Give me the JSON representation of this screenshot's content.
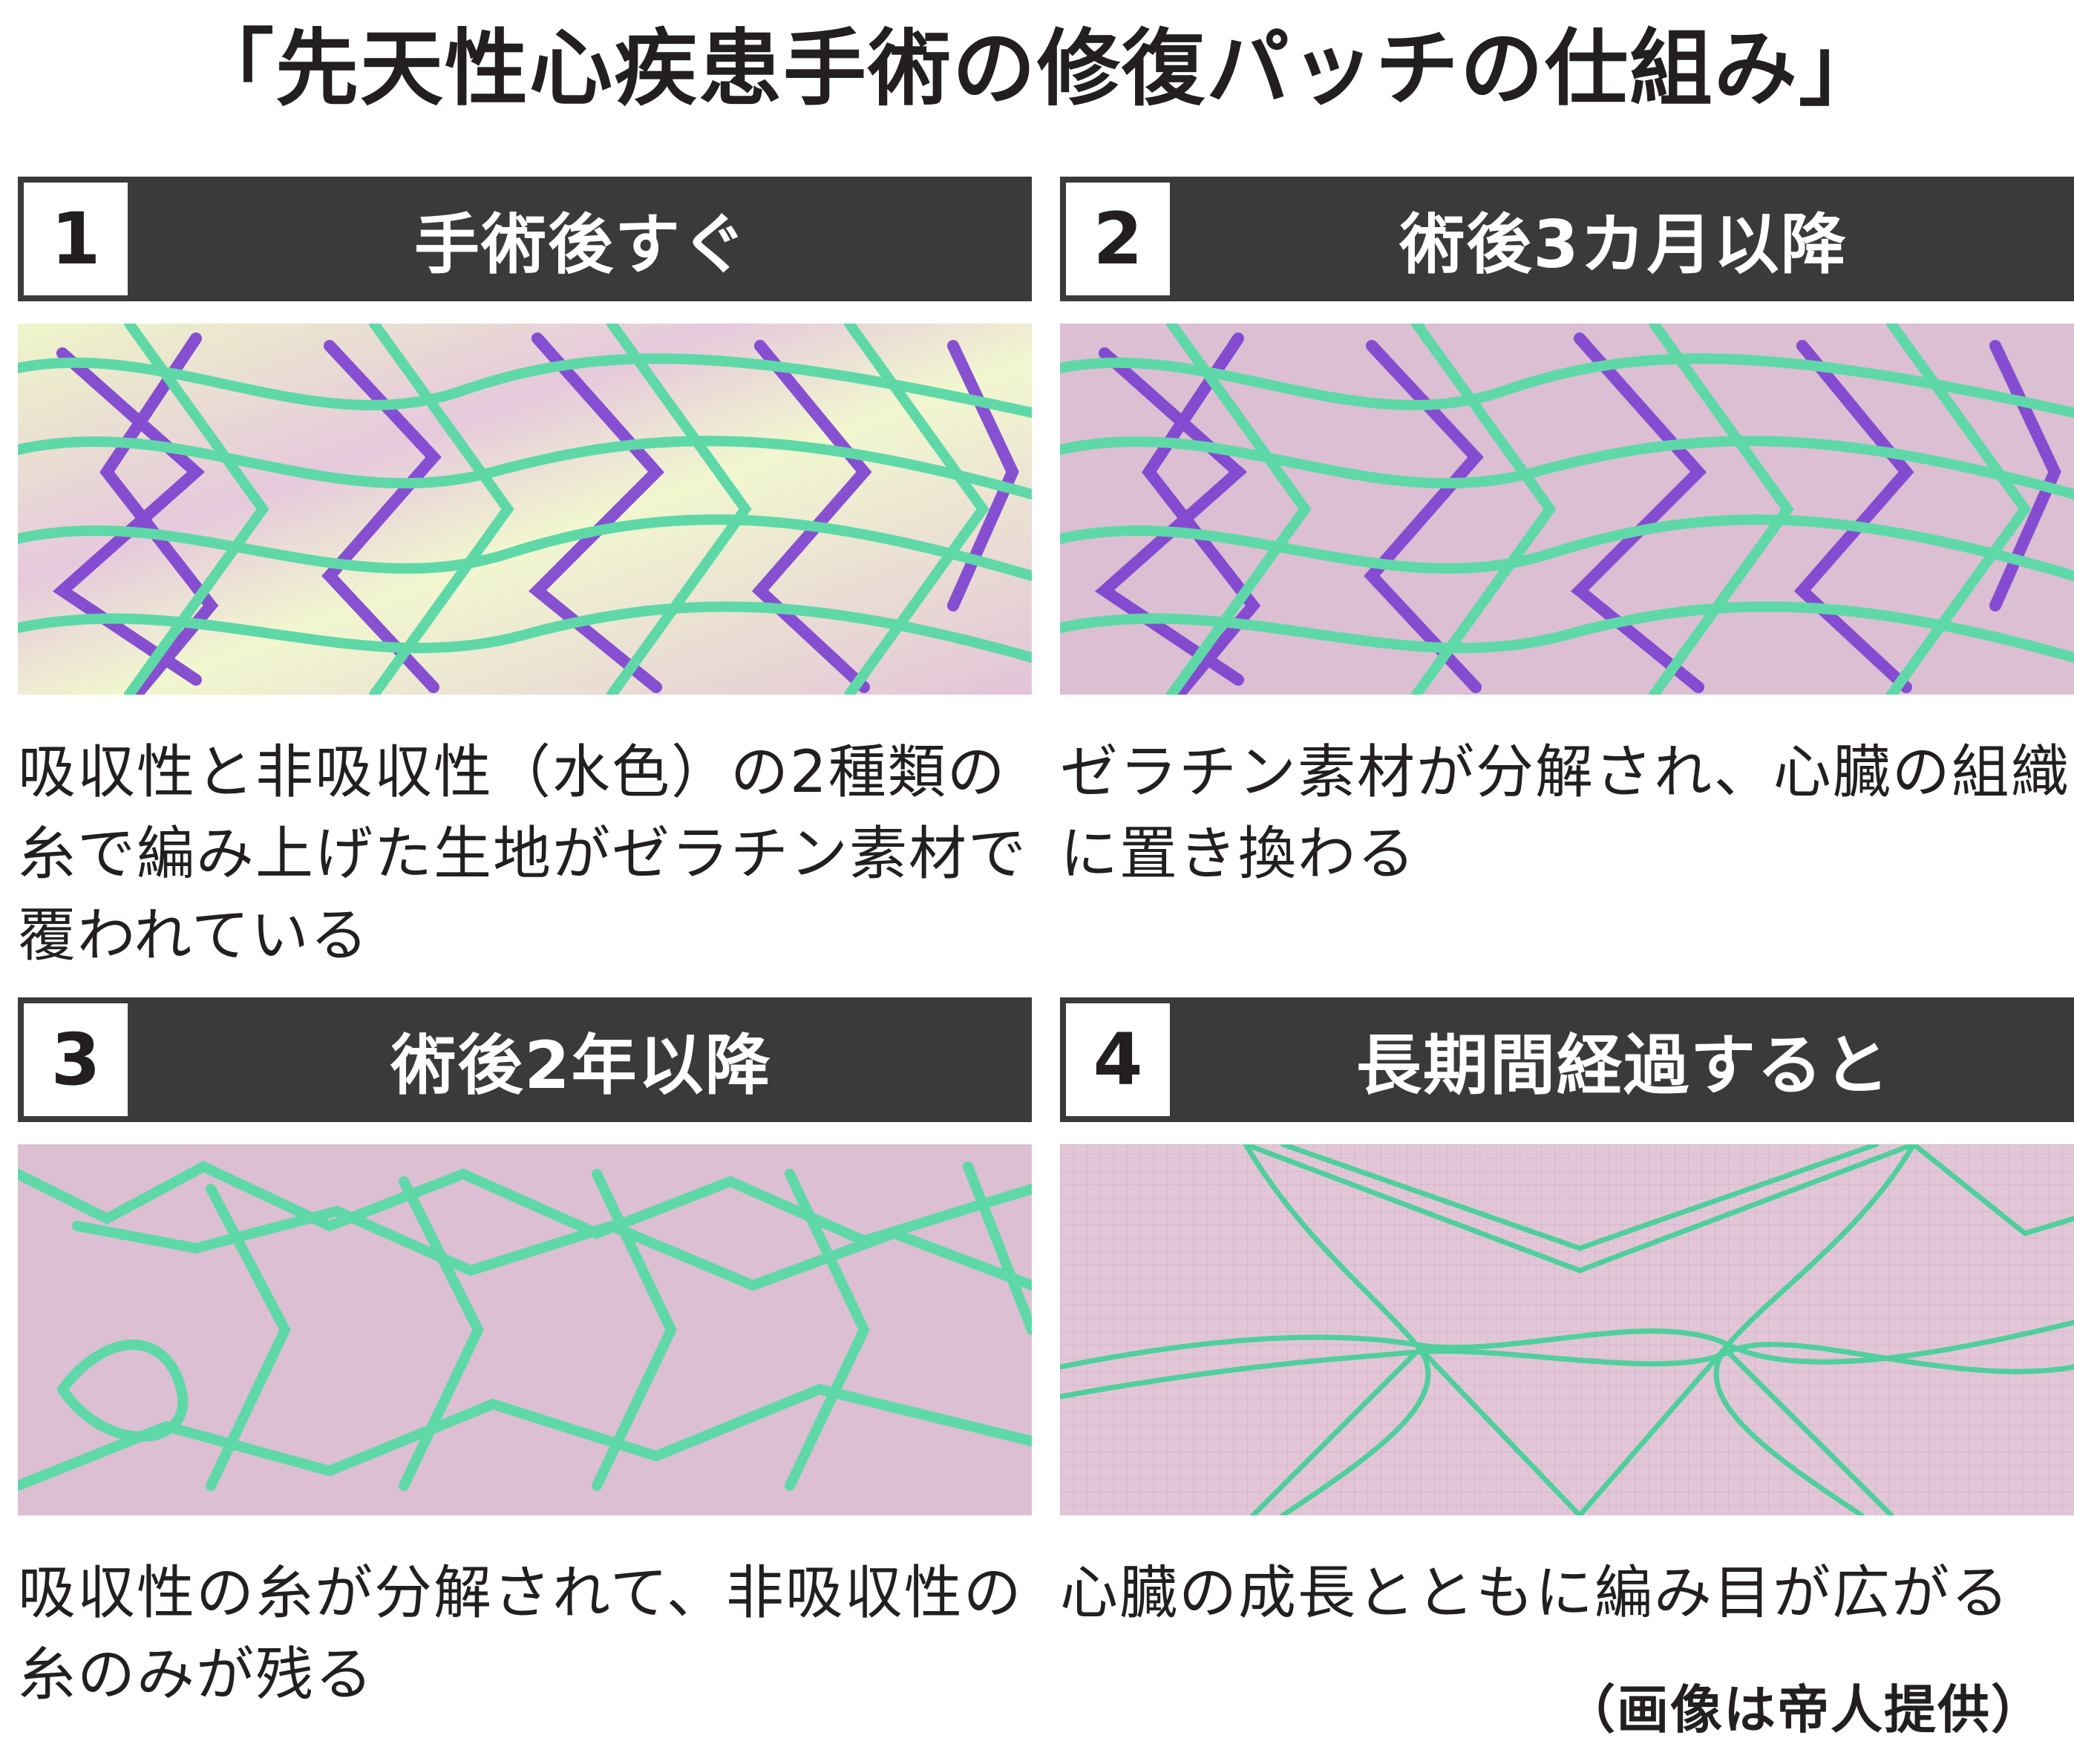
{
  "title": "「先天性心疾患手術の修復パッチの仕組み」",
  "panels": [
    {
      "number": "1",
      "heading": "手術後すぐ",
      "caption": "吸収性と非吸収性（水色）の2種類の糸で編み上げた生地がゼラチン素材で覆われている",
      "image_icon": "knitted-patch-with-gelatin"
    },
    {
      "number": "2",
      "heading": "術後3カ月以降",
      "caption": "ゼラチン素材が分解され、心臓の組織に置き換わる",
      "image_icon": "knitted-patch-gelatin-dissolved"
    },
    {
      "number": "3",
      "heading": "術後2年以降",
      "caption": "吸収性の糸が分解されて、非吸収性の糸のみが残る",
      "image_icon": "non-absorbable-threads-only"
    },
    {
      "number": "4",
      "heading": "長期間経過すると",
      "caption": "心臓の成長とともに編み目が広がる",
      "image_icon": "expanded-mesh"
    }
  ],
  "credit": "（画像は帝人提供）",
  "colors": {
    "header_bg": "#3a3a3a",
    "non_absorbable_thread": "#5fd8a8",
    "absorbable_thread": "#7b3fd0",
    "tissue_bg": "#dcbfd2",
    "gelatin_bg": "#e8f3c2"
  }
}
